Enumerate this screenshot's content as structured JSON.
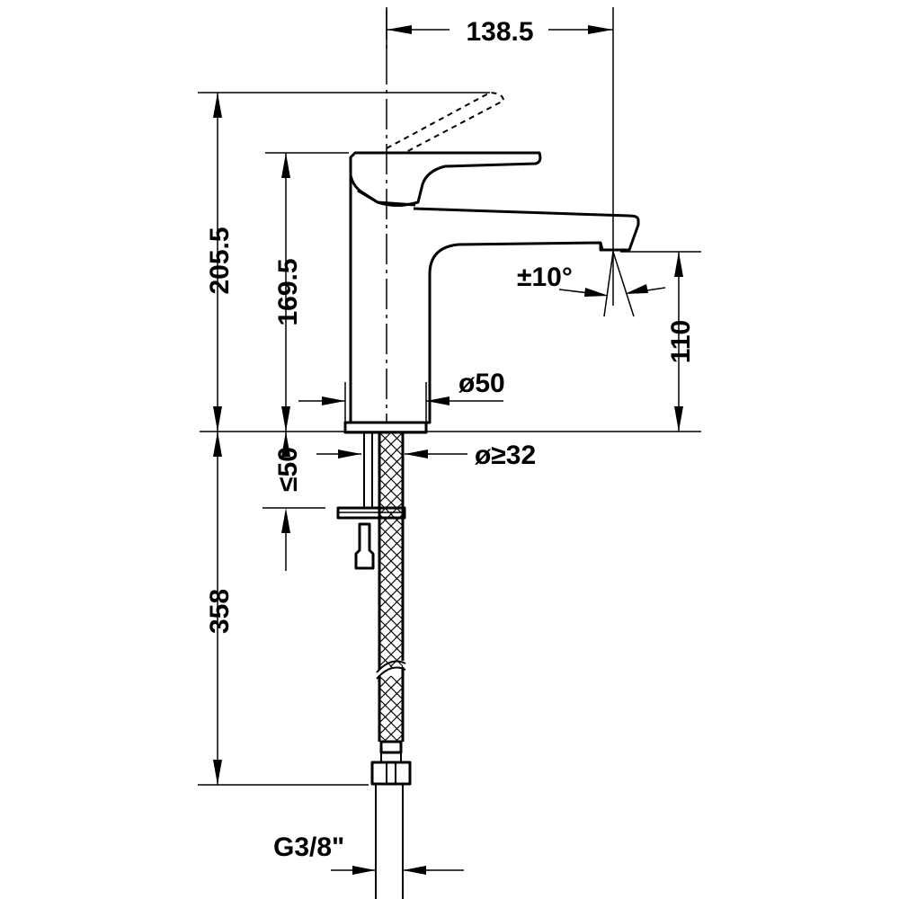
{
  "dimensions": {
    "spout_reach": "138.5",
    "total_height": "205.5",
    "body_height": "169.5",
    "outlet_height": "110",
    "spout_angle": "±10°",
    "body_diameter": "ø50",
    "mounting_hole": "ø≥32",
    "max_deck_thickness": "≤50",
    "hose_length": "358",
    "connection_thread": "G3/8\""
  }
}
